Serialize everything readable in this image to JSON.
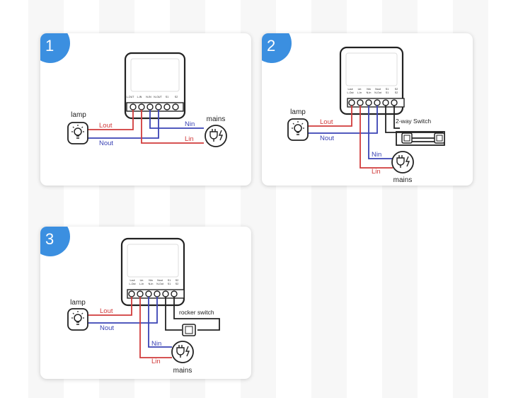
{
  "colors": {
    "red": "#d13b3b",
    "blue": "#3a43b5",
    "black": "#222222",
    "badge": "#3b8fe0"
  },
  "diagram1": {
    "number": "1",
    "lamp_label": "lamp",
    "mains_label": "mains",
    "lout": "Lout",
    "nout": "Nout",
    "nin": "Nin",
    "lin": "Lin",
    "terminals": [
      "L-OUT",
      "L-IN",
      "N-IN",
      "N-OUT",
      "S1",
      "S2"
    ]
  },
  "diagram2": {
    "number": "2",
    "lamp_label": "lamp",
    "mains_label": "mains",
    "lout": "Lout",
    "nout": "Nout",
    "nin": "Nin",
    "lin": "Lin",
    "switch_label": "2-way Switch",
    "terminals_top": [
      "Lout",
      "Lin",
      "Nin",
      "Nout",
      "S1",
      "S2"
    ],
    "terminals_bottom": [
      "L-Out",
      "L-In",
      "N-In",
      "N-Out",
      "S1",
      "S2"
    ]
  },
  "diagram3": {
    "number": "3",
    "lamp_label": "lamp",
    "mains_label": "mains",
    "lout": "Lout",
    "nout": "Nout",
    "nin": "Nin",
    "lin": "Lin",
    "switch_label": "rocker switch",
    "terminals_top": [
      "Lout",
      "Lin",
      "Nin",
      "Nout",
      "S1",
      "S2"
    ],
    "terminals_bottom": [
      "L-Out",
      "L-In",
      "N-In",
      "N-Out",
      "S1",
      "S2"
    ]
  }
}
